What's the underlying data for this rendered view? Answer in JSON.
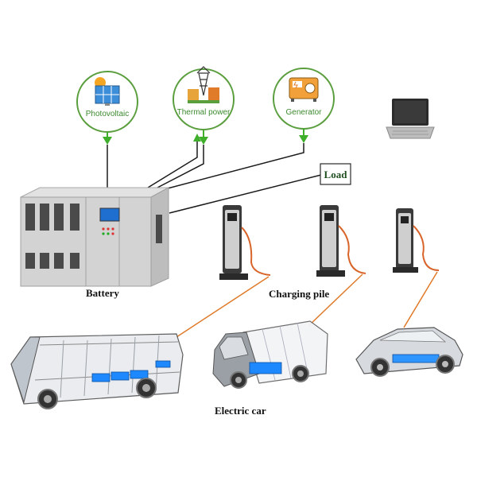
{
  "sources": {
    "photovoltaic": "Photovoltaic",
    "thermal": "Thermal power",
    "generator": "Generator"
  },
  "labels": {
    "load": "Load",
    "battery": "Battery",
    "charging_pile": "Charging pile",
    "electric_car": "Electric car"
  },
  "colors": {
    "circle_border": "#5a9e3e",
    "arrow": "#3fae2a",
    "orange_link": "#e07b2a",
    "cabinet": "#c9c9c9"
  },
  "icons": {
    "pv": "solar-panel-icon",
    "thermal": "power-plant-icon",
    "generator": "generator-icon",
    "laptop": "laptop-icon"
  }
}
